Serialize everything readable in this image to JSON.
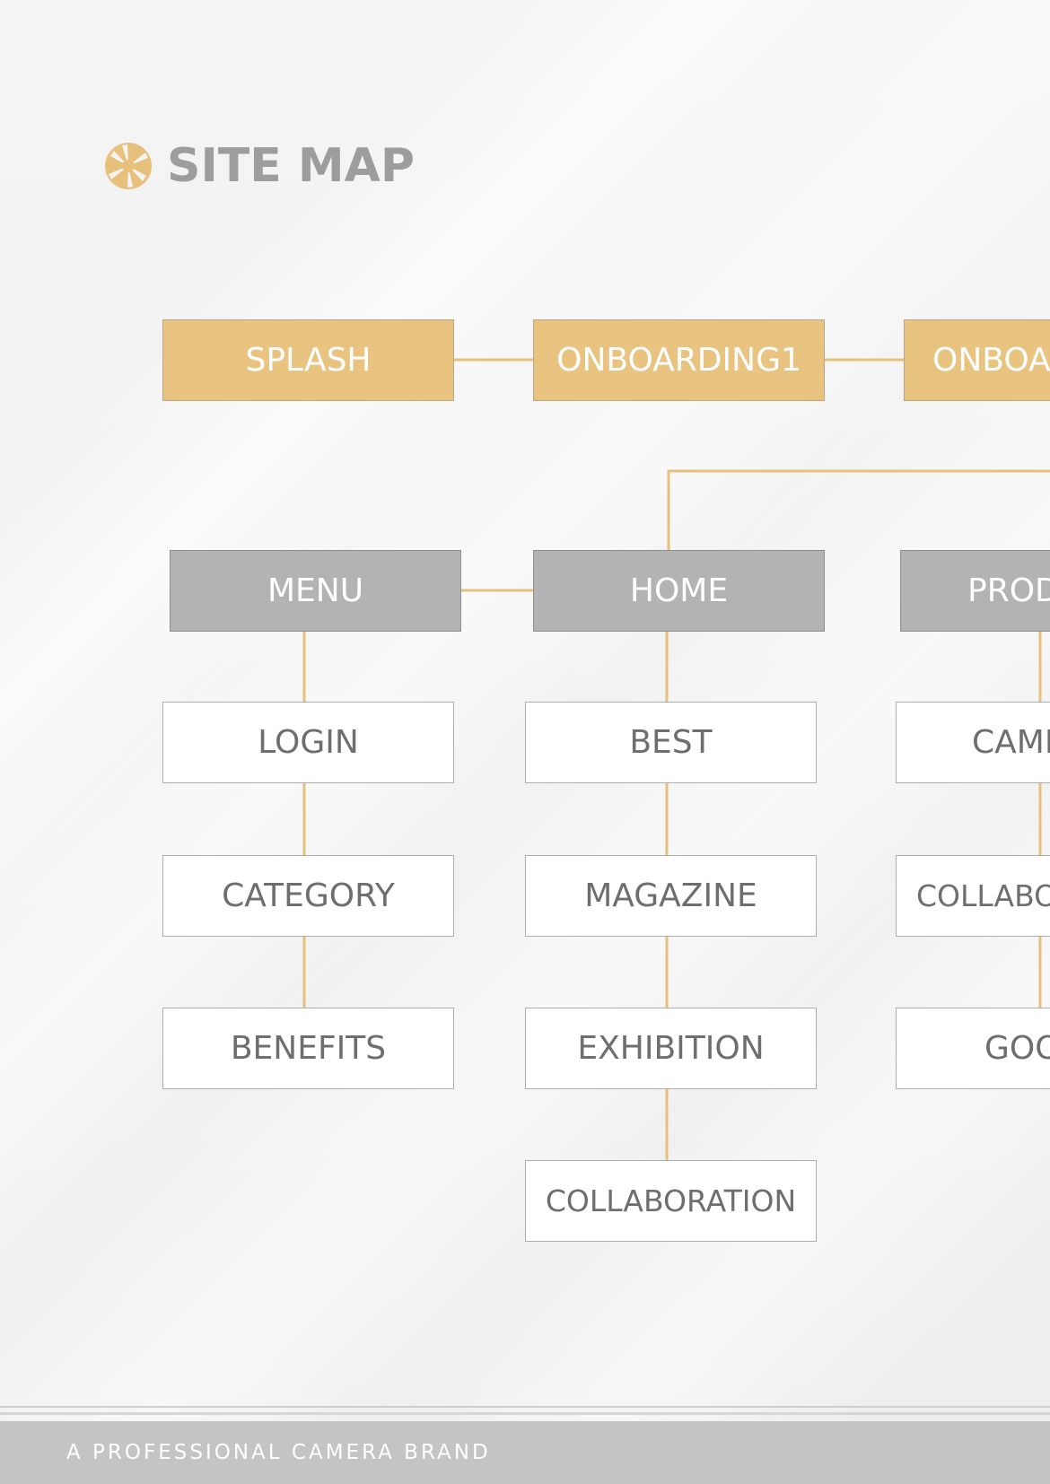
{
  "header": {
    "title": "SITE MAP",
    "logo_icon": "camera-aperture-icon"
  },
  "colors": {
    "gold": "#e9c480",
    "gray_node": "#b3b3b3",
    "connector": "#e7c17c",
    "title_text": "#9d9d9d",
    "footer_bar": "#c5c4c5"
  },
  "nodes": {
    "splash": "SPLASH",
    "onboarding1": "ONBOARDING1",
    "onboarding2": "ONBOAR",
    "menu": "MENU",
    "home": "HOME",
    "product": "PROD",
    "login": "LOGIN",
    "category": "CATEGORY",
    "benefits": "BENEFITS",
    "best": "BEST",
    "magazine": "MAGAZINE",
    "exhibition": "EXHIBITION",
    "home_collaboration": "COLLABORATION",
    "camera": "CAMI",
    "product_collaboration": "COLLABO",
    "goods": "GOO"
  },
  "footer": {
    "tagline": "A PROFESSIONAL CAMERA BRAND"
  }
}
